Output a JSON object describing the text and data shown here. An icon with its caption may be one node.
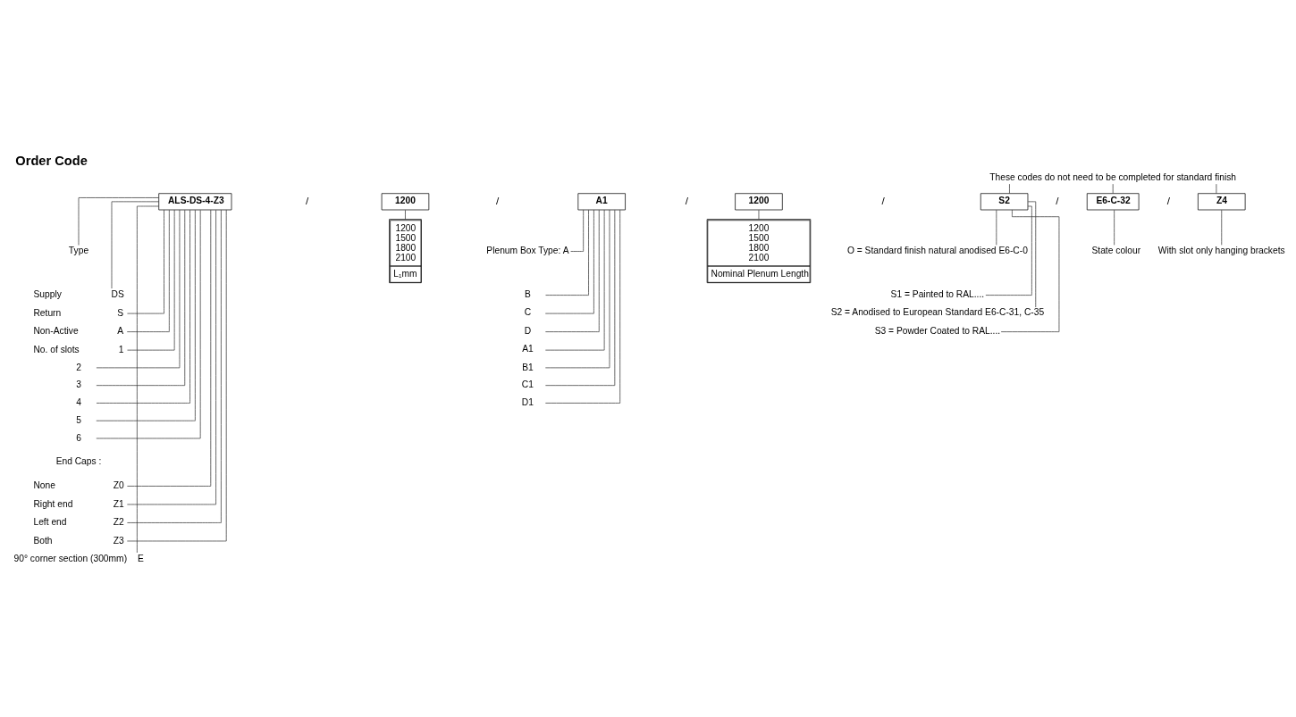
{
  "diagram": {
    "title": "Order Code",
    "nodes": [
      {
        "text": [
          "ALS-DS-4-Z3"
        ]
      },
      {
        "text": [
          "1200"
        ]
      },
      {
        "text": [
          "A1"
        ]
      },
      {
        "text": [
          "1200"
        ]
      },
      {
        "text": [
          "S2"
        ]
      },
      {
        "text": [
          "E6-C-32"
        ]
      },
      {
        "text": [
          "Z4"
        ]
      },
      {
        "text": [
          "These codes do not need to be completed for standard finish"
        ]
      },
      {
        "text": [
          "Type"
        ]
      },
      {
        "text": [
          "Supply",
          "DS"
        ]
      },
      {
        "text": [
          "Return",
          "S"
        ]
      },
      {
        "text": [
          "Non-Active",
          "A"
        ]
      },
      {
        "text": [
          "No. of slots",
          "1"
        ]
      },
      {
        "text": [
          "2"
        ]
      },
      {
        "text": [
          "3"
        ]
      },
      {
        "text": [
          "4"
        ]
      },
      {
        "text": [
          "5"
        ]
      },
      {
        "text": [
          "6"
        ]
      },
      {
        "text": [
          "None",
          "Z0"
        ]
      },
      {
        "text": [
          "Right end",
          "Z1"
        ]
      },
      {
        "text": [
          "Left end",
          "Z2"
        ]
      },
      {
        "text": [
          "Both",
          "Z3"
        ]
      },
      {
        "text": [
          "90° corner section (300mm)",
          "E"
        ]
      },
      {
        "text": [
          "1200",
          "1500",
          "1800",
          "2100",
          "L₁mm"
        ]
      },
      {
        "text": [
          "1200",
          "1500",
          "1800",
          "2100",
          "Nominal Plenum Length"
        ]
      },
      {
        "text": [
          "Plenum Box Type: A"
        ]
      },
      {
        "text": [
          "B"
        ]
      },
      {
        "text": [
          "C"
        ]
      },
      {
        "text": [
          "D"
        ]
      },
      {
        "text": [
          "A1"
        ]
      },
      {
        "text": [
          "B1"
        ]
      },
      {
        "text": [
          "C1"
        ]
      },
      {
        "text": [
          "D1"
        ]
      },
      {
        "text": [
          "O = Standard finish natural anodised E6-C-0"
        ]
      },
      {
        "text": [
          "S1 = Painted to RAL...."
        ]
      },
      {
        "text": [
          "S2 = Anodised to European Standard E6-C-31, C-35"
        ]
      },
      {
        "text": [
          "S3 = Powder Coated to RAL...."
        ]
      },
      {
        "text": [
          "State colour"
        ]
      },
      {
        "text": [
          "With slot only hanging brackets"
        ]
      }
    ],
    "edges": [
      {
        "from": 7,
        "to": 4,
        "arrow": "none"
      },
      {
        "from": 7,
        "to": 5,
        "arrow": "none"
      },
      {
        "from": 7,
        "to": 6,
        "arrow": "none"
      },
      {
        "from": 0,
        "to": 8,
        "arrow": "none"
      },
      {
        "from": 0,
        "to": 9,
        "arrow": "none"
      },
      {
        "from": 0,
        "to": 10,
        "arrow": "none"
      },
      {
        "from": 0,
        "to": 11,
        "arrow": "none"
      },
      {
        "from": 0,
        "to": 12,
        "arrow": "none"
      },
      {
        "from": 0,
        "to": 13,
        "arrow": "none"
      },
      {
        "from": 0,
        "to": 14,
        "arrow": "none"
      },
      {
        "from": 0,
        "to": 15,
        "arrow": "none"
      },
      {
        "from": 0,
        "to": 16,
        "arrow": "none"
      },
      {
        "from": 0,
        "to": 17,
        "arrow": "none"
      },
      {
        "from": 0,
        "to": 18,
        "arrow": "none"
      },
      {
        "from": 0,
        "to": 19,
        "arrow": "none"
      },
      {
        "from": 0,
        "to": 20,
        "arrow": "none"
      },
      {
        "from": 0,
        "to": 21,
        "arrow": "none"
      },
      {
        "from": 0,
        "to": 22,
        "arrow": "none"
      },
      {
        "from": 1,
        "to": 23,
        "arrow": "none"
      },
      {
        "from": 3,
        "to": 24,
        "arrow": "none"
      },
      {
        "from": 2,
        "to": 25,
        "arrow": "none"
      },
      {
        "from": 2,
        "to": 26,
        "arrow": "none"
      },
      {
        "from": 2,
        "to": 27,
        "arrow": "none"
      },
      {
        "from": 2,
        "to": 28,
        "arrow": "none"
      },
      {
        "from": 2,
        "to": 29,
        "arrow": "none"
      },
      {
        "from": 2,
        "to": 30,
        "arrow": "none"
      },
      {
        "from": 2,
        "to": 31,
        "arrow": "none"
      },
      {
        "from": 2,
        "to": 32,
        "arrow": "none"
      },
      {
        "from": 4,
        "to": 33,
        "arrow": "none"
      },
      {
        "from": 4,
        "to": 34,
        "arrow": "none"
      },
      {
        "from": 4,
        "to": 35,
        "arrow": "none"
      },
      {
        "from": 4,
        "to": 36,
        "arrow": "none"
      },
      {
        "from": 5,
        "to": 37,
        "arrow": "none"
      },
      {
        "from": 6,
        "to": 38,
        "arrow": "none"
      }
    ],
    "labels": [
      "/",
      "/",
      "/",
      "/",
      "/",
      "/",
      "End Caps :"
    ]
  }
}
